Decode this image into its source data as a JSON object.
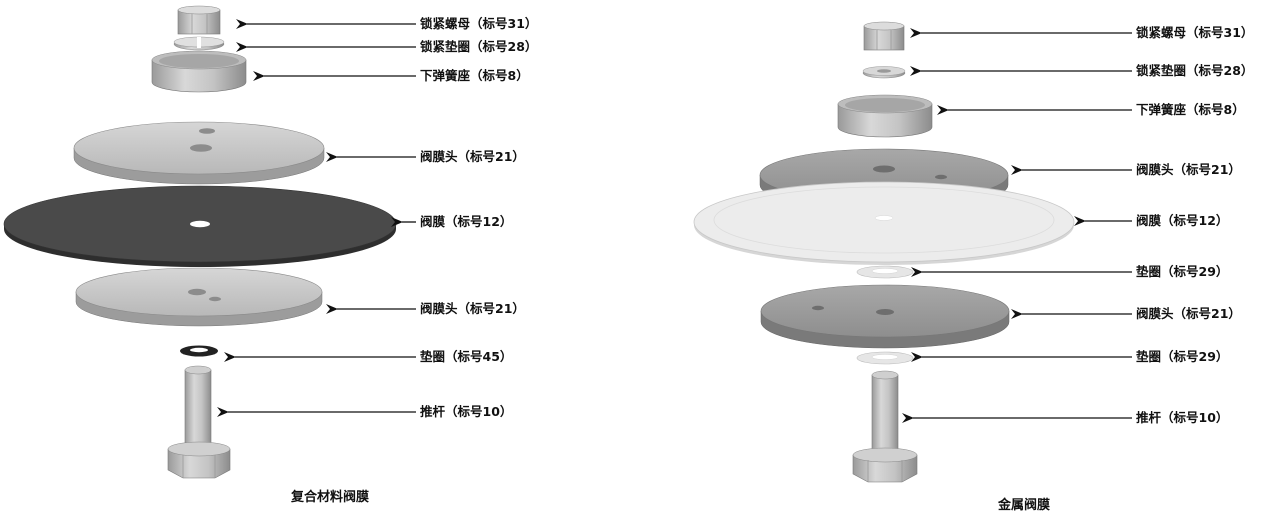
{
  "left_assembly": {
    "caption": "复合材料阀膜",
    "labels": [
      "锁紧螺母（标号31）",
      "锁紧垫圈（标号28）",
      "下弹簧座（标号8）",
      "阀膜头（标号21）",
      "阀膜（标号12）",
      "阀膜头（标号21）",
      "垫圈（标号45）",
      "推杆（标号10）"
    ]
  },
  "right_assembly": {
    "caption": "金属阀膜",
    "labels": [
      "锁紧螺母（标号31）",
      "锁紧垫圈（标号28）",
      "下弹簧座（标号8）",
      "阀膜头（标号21）",
      "阀膜（标号12）",
      "垫圈（标号29）",
      "阀膜头（标号21）",
      "垫圈（标号29）",
      "推杆（标号10）"
    ]
  },
  "colors": {
    "metal_light": "#d4d4d4",
    "metal_mid": "#b4b4b4",
    "metal_dark": "#8a8a8a",
    "rubber_diaphragm": "#4a4a4a",
    "metal_diaphragm": "#ececec",
    "gasket_black": "#222222",
    "text": "#111111"
  }
}
